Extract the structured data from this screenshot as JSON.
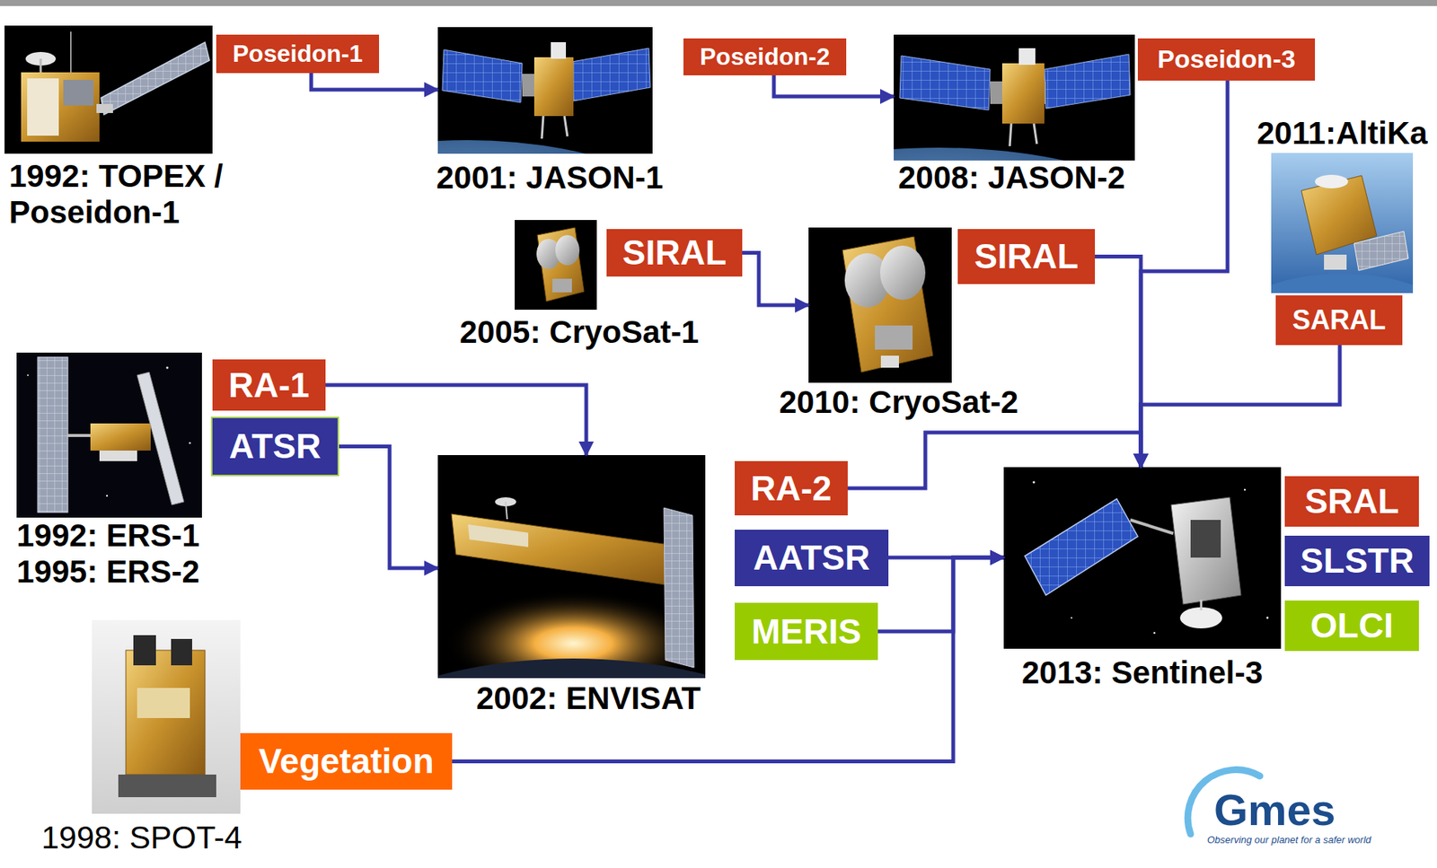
{
  "diagram": {
    "nodes": [
      {
        "text": [
          "1992: TOPEX / Poseidon-1"
        ]
      },
      {
        "text": [
          "Poseidon-1"
        ]
      },
      {
        "text": [
          "2001: JASON-1"
        ]
      },
      {
        "text": [
          "Poseidon-2"
        ]
      },
      {
        "text": [
          "2008: JASON-2"
        ]
      },
      {
        "text": [
          "Poseidon-3"
        ]
      },
      {
        "text": [
          "2011:AltiKa"
        ]
      },
      {
        "text": [
          "2005: CryoSat-1"
        ]
      },
      {
        "text": [
          "SIRAL"
        ]
      },
      {
        "text": [
          "2010: CryoSat-2"
        ]
      },
      {
        "text": [
          "SIRAL"
        ]
      },
      {
        "text": [
          "SARAL"
        ]
      },
      {
        "text": [
          "1992: ERS-1",
          "1995: ERS-2"
        ]
      },
      {
        "text": [
          "RA-1"
        ]
      },
      {
        "text": [
          "ATSR"
        ]
      },
      {
        "text": [
          "2002: ENVISAT"
        ]
      },
      {
        "text": [
          "RA-2"
        ]
      },
      {
        "text": [
          "AATSR"
        ]
      },
      {
        "text": [
          "MERIS"
        ]
      },
      {
        "text": [
          "2013: Sentinel-3"
        ]
      },
      {
        "text": [
          "SRAL"
        ]
      },
      {
        "text": [
          "SLSTR"
        ]
      },
      {
        "text": [
          "OLCI"
        ]
      },
      {
        "text": [
          "1998: SPOT-4"
        ]
      },
      {
        "text": [
          "Vegetation"
        ]
      }
    ],
    "edges": [
      {
        "from": 1,
        "to": 2,
        "arrow": "to"
      },
      {
        "from": 3,
        "to": 4,
        "arrow": "to"
      },
      {
        "from": 5,
        "to": 19,
        "arrow": "to"
      },
      {
        "from": 8,
        "to": 9,
        "arrow": "to"
      },
      {
        "from": 10,
        "to": 19,
        "arrow": "to"
      },
      {
        "from": 11,
        "to": 19,
        "arrow": "to"
      },
      {
        "from": 13,
        "to": 15,
        "arrow": "to"
      },
      {
        "from": 14,
        "to": 15,
        "arrow": "to"
      },
      {
        "from": 16,
        "to": 19,
        "arrow": "to"
      },
      {
        "from": 17,
        "to": 19,
        "arrow": "to"
      },
      {
        "from": 18,
        "to": 19,
        "arrow": "to"
      },
      {
        "from": 24,
        "to": 19,
        "arrow": "to"
      }
    ],
    "labels": [
      "Gmes",
      "Observing our planet for a safer world"
    ]
  }
}
